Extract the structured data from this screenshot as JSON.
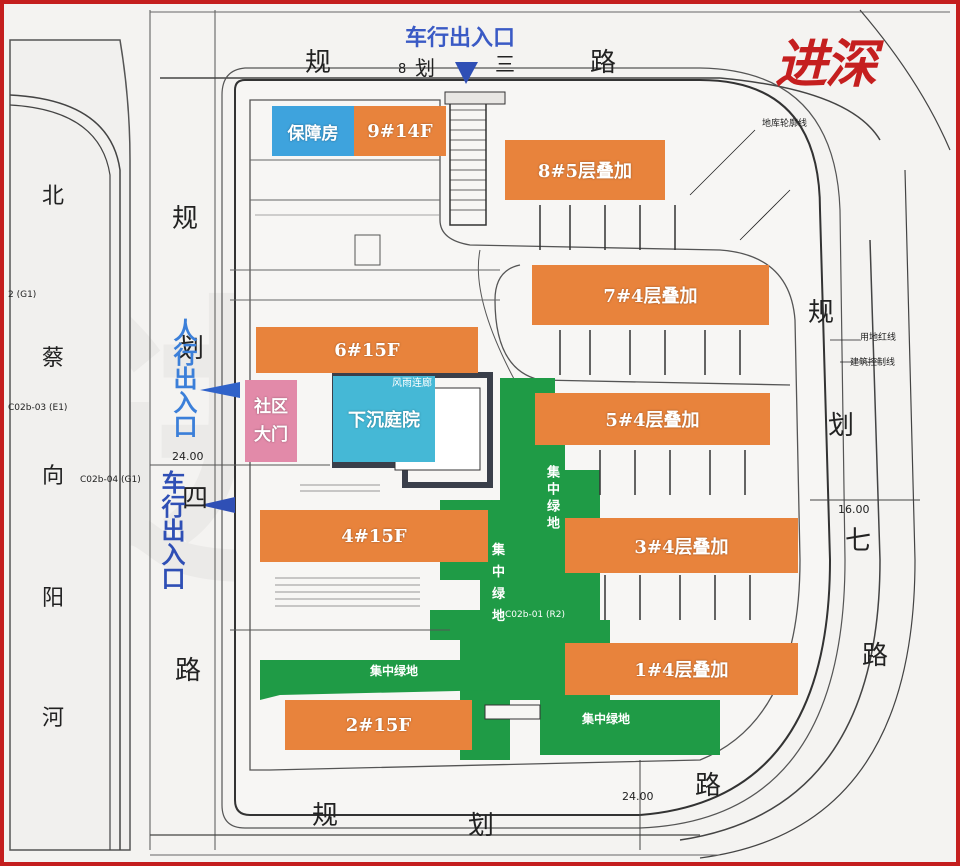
{
  "logo": {
    "text": "进深"
  },
  "roads": {
    "top": [
      "规",
      "划",
      "三",
      "路"
    ],
    "left_plan": [
      "规",
      "划",
      "四"
    ],
    "left_plan_road": "路",
    "right": [
      "规",
      "划",
      "七",
      "路"
    ],
    "bottom": [
      "规",
      "划",
      "路"
    ],
    "river": [
      "北",
      "蔡",
      "向",
      "阳",
      "河"
    ]
  },
  "entrances": {
    "top_vehicle": "车行出入口",
    "left_people": "人行出入口",
    "left_vehicle": "车行出入口"
  },
  "buildings": {
    "b9": "9#14F",
    "b8": "8#5层叠加",
    "b7": "7#4层叠加",
    "b6": "6#15F",
    "b5": "5#4层叠加",
    "b4": "4#15F",
    "b3": "3#4层叠加",
    "b2": "2#15F",
    "b1": "1#4层叠加",
    "affordable": "保障房",
    "gate": "社区\n大门",
    "sunken": "下沉庭院",
    "corridor": "风雨连廊"
  },
  "greens": {
    "g1": "集中绿地",
    "g2": "集中绿地",
    "g3": "集中绿地",
    "g4": "集中绿地"
  },
  "annotations": {
    "ground_outline": "地库轮廓线",
    "land_red_line": "用地红线",
    "build_control": "建筑控制线",
    "dim_24a": "24.00",
    "dim_24b": "24.00",
    "dim_16": "16.00",
    "c02b_03": "C02b-03 (E1)",
    "c02b_04": "C02b-04 (G1)",
    "g1_left": "2 (G1)",
    "c02b_01": "C02b-01 (R2)",
    "dim_8": "8"
  }
}
